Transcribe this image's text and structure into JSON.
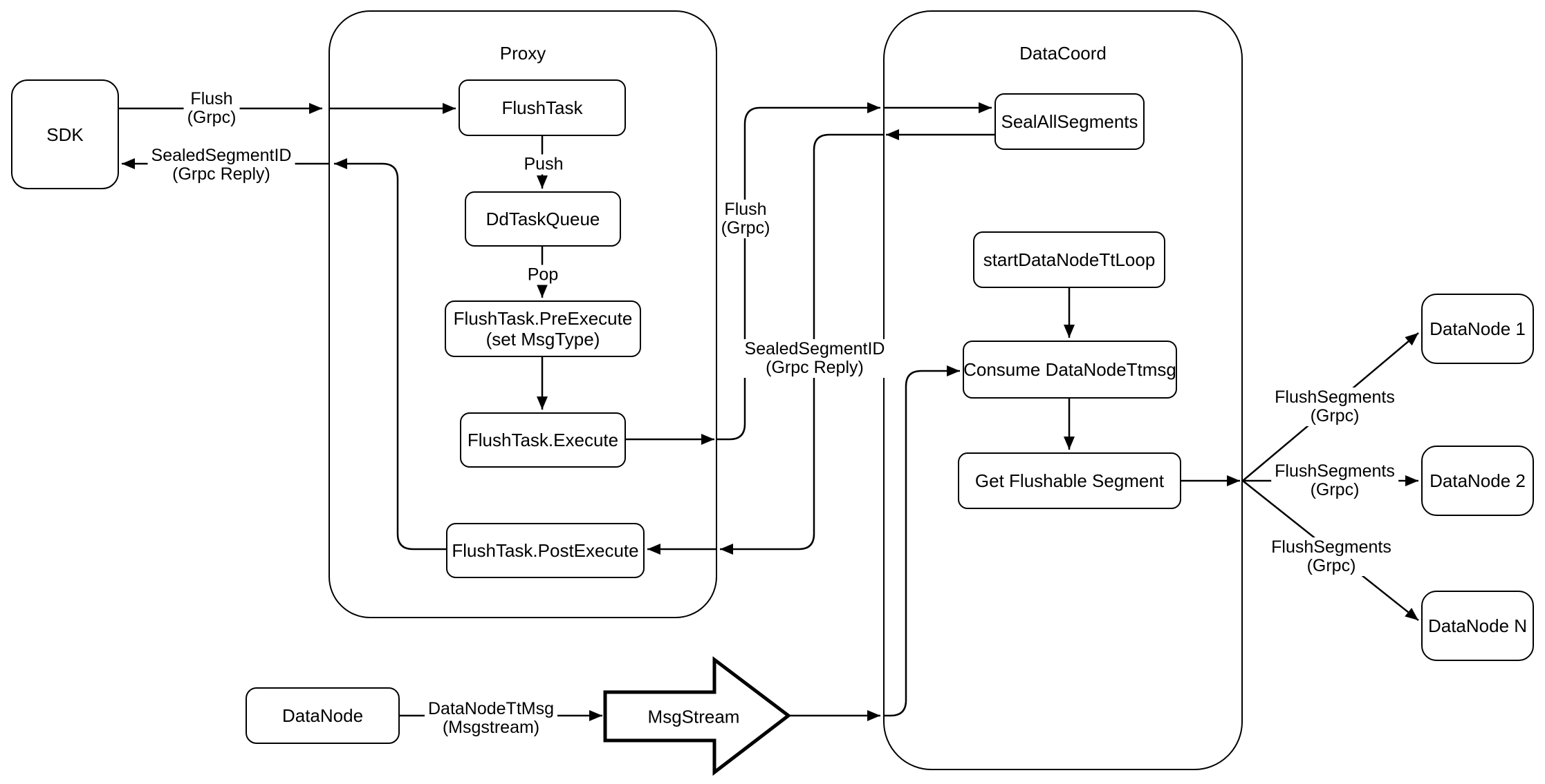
{
  "diagram": {
    "background": "#ffffff",
    "stroke_color": "#000000",
    "containers": {
      "proxy": {
        "title": "Proxy"
      },
      "datacoord": {
        "title": "DataCoord"
      }
    },
    "nodes": {
      "sdk": "SDK",
      "flush_task": "FlushTask",
      "dd_task_queue": "DdTaskQueue",
      "pre_execute": {
        "line1": "FlushTask.PreExecute",
        "line2": "(set MsgType)"
      },
      "execute": "FlushTask.Execute",
      "post_execute": "FlushTask.PostExecute",
      "seal_all_segments": "SealAllSegments",
      "start_datanode_tt_loop": "startDataNodeTtLoop",
      "consume_datanode_ttmsg": "Consume DataNodeTtmsg",
      "get_flushable_segment": "Get Flushable Segment",
      "datanode": "DataNode",
      "msgstream": "MsgStream",
      "datanode_1": "DataNode 1",
      "datanode_2": "DataNode 2",
      "datanode_n": "DataNode N"
    },
    "edge_labels": {
      "flush_sdk": {
        "line1": "Flush",
        "line2": "(Grpc)"
      },
      "sealed_sdk": {
        "line1": "SealedSegmentID",
        "line2": "(Grpc Reply)"
      },
      "push": "Push",
      "pop": "Pop",
      "flush_mid": {
        "line1": "Flush",
        "line2": "(Grpc)"
      },
      "sealed_mid": {
        "line1": "SealedSegmentID",
        "line2": "(Grpc Reply)"
      },
      "flush_segments_1": {
        "line1": "FlushSegments",
        "line2": "(Grpc)"
      },
      "flush_segments_2": {
        "line1": "FlushSegments",
        "line2": "(Grpc)"
      },
      "flush_segments_3": {
        "line1": "FlushSegments",
        "line2": "(Grpc)"
      },
      "datanode_ttmsg": {
        "line1": "DataNodeTtMsg",
        "line2": "(Msgstream)"
      }
    }
  }
}
